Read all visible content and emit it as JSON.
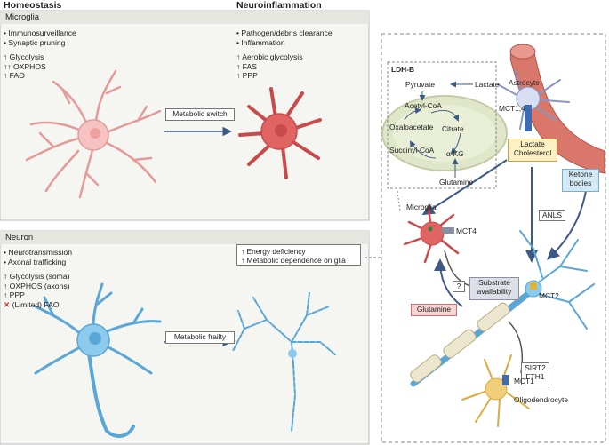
{
  "headers": {
    "homeostasis": "Homeostasis",
    "neuroinflammation": "Neuroinflammation"
  },
  "microglia_panel": {
    "title": "Microglia",
    "homeostasis_lines": [
      "• Immunosurveillance",
      "• Synaptic pruning",
      "",
      "↑ Glycolysis",
      "↑↑ OXPHOS",
      "↑ FAO"
    ],
    "inflammation_lines": [
      "• Pathogen/debris clearance",
      "• Inflammation",
      "",
      "↑ Aerobic glycolysis",
      "↑ FAS",
      "↑ PPP"
    ],
    "switch_label": "Metabolic switch"
  },
  "neuron_panel": {
    "title": "Neuron",
    "homeostasis_lines": [
      "• Neurotransmission",
      "• Axonal trafficking",
      "",
      "↑ Glycolysis (soma)",
      "↑ OXPHOS (axons)",
      "↑ PPP"
    ],
    "limited_fao": "(Limited) FAO",
    "limited_mark": "✕",
    "inflammation_lines": [
      "↑ Energy deficiency",
      "↑ Metabolic dependence on glia"
    ],
    "frailty_label": "Metabolic frailty"
  },
  "right_panel": {
    "ldhb": "LDH-B",
    "pyruvate": "Pyruvate",
    "lactate": "Lactate",
    "acetyl_coa": "Acetyl-CoA",
    "oxaloacetate": "Oxaloacetate",
    "citrate": "Citrate",
    "succinyl_coa": "Succinyl-CoA",
    "akg": "α-KG",
    "glutamine_inside": "Glutamine",
    "astrocyte": "Astrocyte",
    "mct14": "MCT1,4",
    "lactate_cholesterol": [
      "Lactate",
      "Cholesterol"
    ],
    "ketone_bodies": [
      "Ketone",
      "bodies"
    ],
    "microglia": "Microglia",
    "mct4": "MCT4",
    "anls": "ANLS",
    "question": "?",
    "substrate": [
      "Substrate",
      "availability"
    ],
    "glutamine_box": "Glutamine",
    "mct2": "MCT2",
    "sirt2_fth1": [
      "SIRT2",
      "FTH1"
    ],
    "mct1": "MCT1",
    "oligodendrocyte": "Oligodendrocyte"
  },
  "colors": {
    "microglia_rest": "#f6c2c2",
    "microglia_active": "#e06464",
    "neuron": "#8ccbed",
    "vessel": "#d9776a",
    "astrocyte": "#d8dff2",
    "oligodendrocyte": "#f1cf7a"
  }
}
